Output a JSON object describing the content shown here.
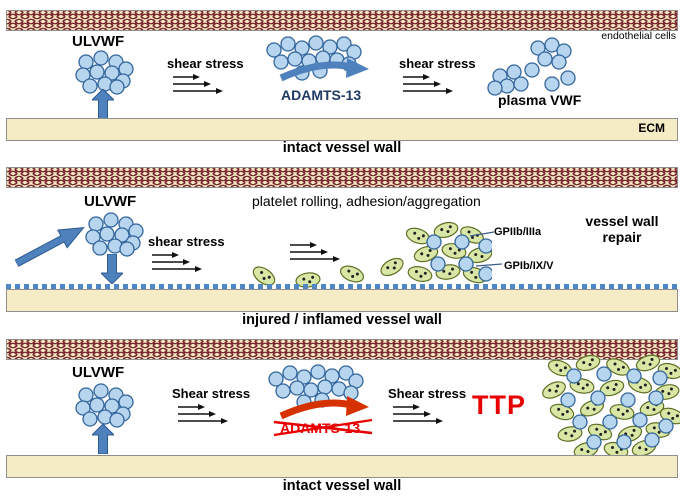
{
  "panel1": {
    "ulvwf": "ULVWF",
    "shear1": "shear stress",
    "adamts13": "ADAMTS-13",
    "shear2": "shear stress",
    "plasma_vwf": "plasma VWF",
    "endothelial_cells": "endothelial cells",
    "ecm": "ECM",
    "caption": "intact vessel wall"
  },
  "panel2": {
    "ulvwf": "ULVWF",
    "shear": "shear stress",
    "platelet_rolling": "platelet rolling, adhesion/aggregation",
    "gpiib_iiia": "GPIIb/IIIa",
    "gpib_ix_v": "GPIb/IX/V",
    "vessel_wall_repair": "vessel wall repair",
    "caption": "injured / inflamed vessel wall"
  },
  "panel3": {
    "ulvwf": "ULVWF",
    "shear1": "Shear stress",
    "adamts13": "ADAMTS-13",
    "shear2": "Shear stress",
    "ttp": "TTP",
    "caption": "intact vessel wall"
  },
  "colors": {
    "accent_blue": "#4f81bd",
    "alert_red": "#e80000",
    "vwf_blue": "#b7d5ee",
    "platelet_green": "#d9e7a6",
    "wall_cream": "#f2e7c0",
    "endothelium_maroon": "#7d2b35"
  }
}
